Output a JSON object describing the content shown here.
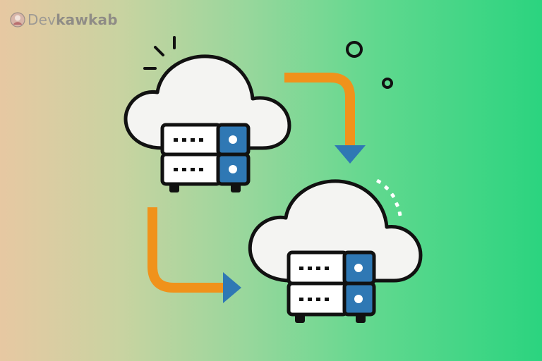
{
  "brand": {
    "prefix": "Dev",
    "suffix": "kawkab",
    "logo_icon": "devkawkab-logo-icon"
  },
  "illustration": {
    "subject": "cloud-migration",
    "icons": [
      "cloud-server-source-icon",
      "cloud-server-target-icon",
      "arrow-down-icon",
      "arrow-right-icon"
    ]
  },
  "colors": {
    "cloud_fill": "#f4f4f2",
    "outline": "#111111",
    "server_blue": "#2f78b4",
    "arrow_orange": "#f0921b",
    "arrow_head_blue": "#2f78b4"
  }
}
